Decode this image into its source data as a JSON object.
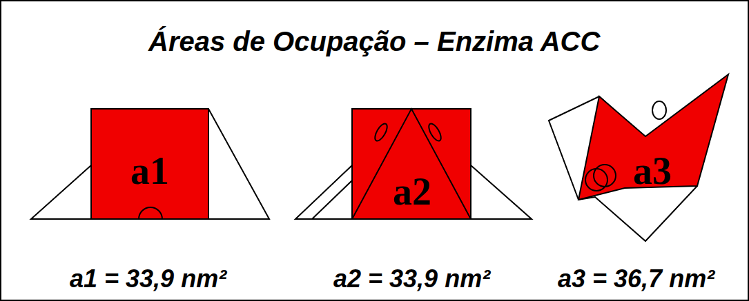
{
  "diagram": {
    "title": "Áreas de Ocupação – Enzima ACC",
    "nodes": [
      {
        "text": [
          "a1"
        ]
      },
      {
        "text": [
          "a2"
        ]
      },
      {
        "text": [
          "a3"
        ]
      }
    ],
    "labels": [
      "a1 = 33,9 nm²",
      "a2 = 33,9 nm²",
      "a3 = 36,7 nm²"
    ]
  }
}
